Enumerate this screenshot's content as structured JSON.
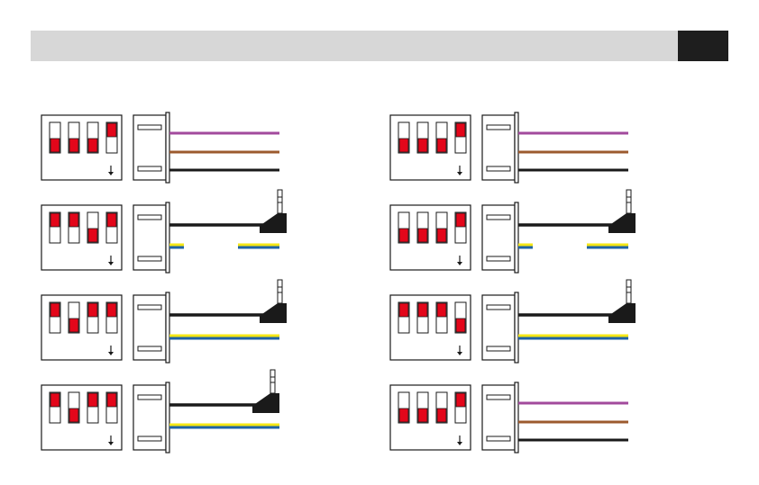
{
  "header": {
    "bar_color": "#d7d7d7",
    "tab_color": "#1e1e1e"
  },
  "colors": {
    "switch_on": "#e3061a",
    "outline": "#1a1a1a",
    "purple": "#a24a9c",
    "brown": "#9c5a2e",
    "black": "#1a1a1a",
    "yellow": "#f5e716",
    "blue": "#1f63a5"
  },
  "configs": [
    {
      "id": "left-1",
      "switches": [
        "off",
        "off",
        "off",
        "on"
      ],
      "cable": "three-wire"
    },
    {
      "id": "left-2",
      "switches": [
        "on",
        "on",
        "off",
        "on"
      ],
      "cable": "jack-split"
    },
    {
      "id": "left-3",
      "switches": [
        "on",
        "off",
        "on",
        "on"
      ],
      "cable": "jack-full"
    },
    {
      "id": "left-4",
      "switches": [
        "on",
        "off",
        "on",
        "on"
      ],
      "cable": "jack-full"
    },
    {
      "id": "right-1",
      "switches": [
        "off",
        "off",
        "off",
        "on"
      ],
      "cable": "three-wire"
    },
    {
      "id": "right-2",
      "switches": [
        "off",
        "off",
        "off",
        "on"
      ],
      "cable": "jack-split"
    },
    {
      "id": "right-3",
      "switches": [
        "on",
        "on",
        "on",
        "off"
      ],
      "cable": "jack-full"
    },
    {
      "id": "right-4",
      "switches": [
        "off",
        "off",
        "off",
        "on"
      ],
      "cable": "three-wire"
    }
  ]
}
